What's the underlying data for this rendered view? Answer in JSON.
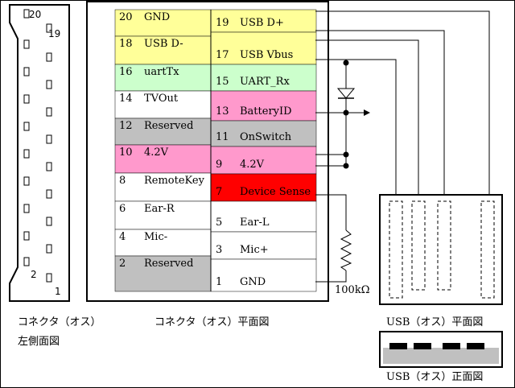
{
  "side_view": {
    "pin_top_label": "20",
    "pin_top_right_label": "19",
    "pin_bottom_label": "2",
    "pin_bottom_right_label": "1",
    "caption_line1": "コネクタ（オス）",
    "caption_line2": "左側面図"
  },
  "plan_view": {
    "caption": "コネクタ（オス）平面図",
    "left_pins": [
      {
        "num": "20",
        "name": "GND"
      },
      {
        "num": "18",
        "name": "USB D-"
      },
      {
        "num": "16",
        "name": "uartTx"
      },
      {
        "num": "14",
        "name": "TVOut"
      },
      {
        "num": "12",
        "name": "Reserved"
      },
      {
        "num": "10",
        "name": "4.2V"
      },
      {
        "num": "8",
        "name": "RemoteKey"
      },
      {
        "num": "6",
        "name": "Ear-R"
      },
      {
        "num": "4",
        "name": "Mic-"
      },
      {
        "num": "2",
        "name": "Reserved"
      }
    ],
    "right_pins": [
      {
        "num": "19",
        "name": "USB D+"
      },
      {
        "num": "17",
        "name": "USB Vbus"
      },
      {
        "num": "15",
        "name": "UART_Rx"
      },
      {
        "num": "13",
        "name": "BatteryID"
      },
      {
        "num": "11",
        "name": "OnSwitch"
      },
      {
        "num": "9",
        "name": "4.2V"
      },
      {
        "num": "7",
        "name": "Device Sense"
      },
      {
        "num": "5",
        "name": "Ear-L"
      },
      {
        "num": "3",
        "name": "Mic+"
      },
      {
        "num": "1",
        "name": "GND"
      }
    ]
  },
  "resistor_label": "100kΩ",
  "usb_plan_caption": "USB（オス）平面図",
  "usb_front_caption": "USB（オス）正面図",
  "colors": {
    "yellow": "#ffff99",
    "green": "#ccffcc",
    "pink": "#ff99cc",
    "gray": "#c0c0c0",
    "red": "#ff0000",
    "white": "#ffffff"
  }
}
